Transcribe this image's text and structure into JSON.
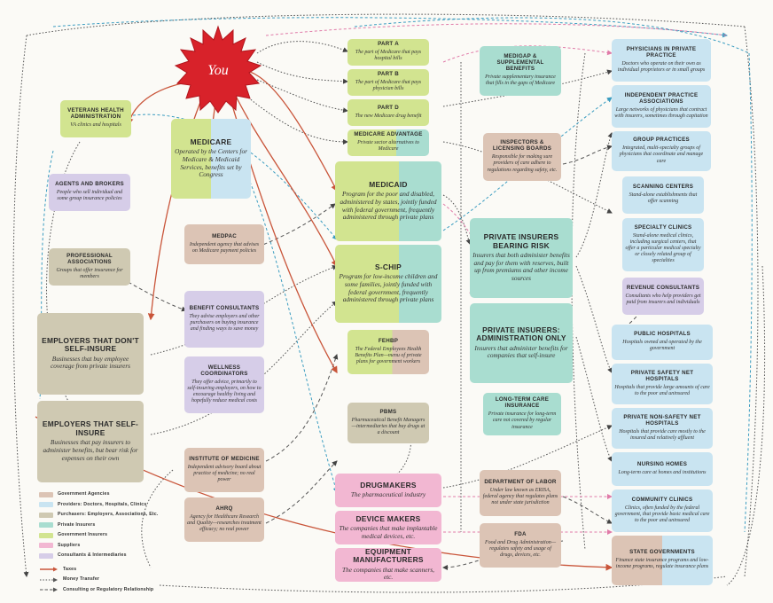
{
  "you": {
    "label": "You",
    "color": "#d8222a"
  },
  "nodes": {
    "veterans": {
      "title": "Veterans Health Administration",
      "desc": "VA clinics and hospitals"
    },
    "agents": {
      "title": "Agents and Brokers",
      "desc": "People who sell individual and some group insurance policies"
    },
    "professional": {
      "title": "Professional Associations",
      "desc": "Groups that offer insurance for members"
    },
    "emp_not_self": {
      "title": "Employers that don't self-insure",
      "desc": "Businesses that buy employee coverage from private insurers"
    },
    "emp_self": {
      "title": "Employers that self-insure",
      "desc": "Businesses that pay insurers to administer benefits, but bear risk for expenses on their own"
    },
    "medicare": {
      "title": "Medicare",
      "desc": "Operated by the Centers for Medicare & Medicaid Services, benefits set by Congress"
    },
    "medpac": {
      "title": "MedPAC",
      "desc": "Independent agency that advises on Medicare payment policies"
    },
    "benefit_consultants": {
      "title": "Benefit Consultants",
      "desc": "They advise employers and other purchasers on buying insurance and finding ways to save money"
    },
    "wellness": {
      "title": "Wellness Coordinators",
      "desc": "They offer advice, primarily to self-insuring employers, on how to encourage healthy living and hopefully reduce medical costs"
    },
    "iom": {
      "title": "Institute of Medicine",
      "desc": "Independent advisory board about practice of medicine; no real power"
    },
    "ahrq": {
      "title": "AHRQ",
      "desc": "Agency for Healthcare Research and Quality—researches treatment efficacy; no real power"
    },
    "part_a": {
      "title": "Part A",
      "desc": "The part of Medicare that pays hospital bills"
    },
    "part_b": {
      "title": "Part B",
      "desc": "The part of Medicare that pays physician bills"
    },
    "part_d": {
      "title": "Part D",
      "desc": "The new Medicare drug benefit"
    },
    "medicare_adv": {
      "title": "Medicare Advantage",
      "desc": "Private sector alternatives to Medicare"
    },
    "medicaid": {
      "title": "Medicaid",
      "desc": "Program for the poor and disabled, administered by states, jointly funded with federal government, frequently administered through private plans"
    },
    "schip": {
      "title": "S-CHIP",
      "desc": "Program for low-income children and some families, jointly funded with federal government, frequently administered through private plans"
    },
    "fehbp": {
      "title": "FEHBP",
      "desc": "The Federal Employees Health Benefits Plan—menu of private plans for government workers"
    },
    "pbms": {
      "title": "PBMs",
      "desc": "Pharmaceutical Benefit Managers—intermediaries that buy drugs at a discount"
    },
    "drugmakers": {
      "title": "Drugmakers",
      "desc": "The pharmaceutical industry"
    },
    "device_makers": {
      "title": "Device Makers",
      "desc": "The companies that make implantable medical devices, etc."
    },
    "equipment": {
      "title": "Equipment Manufacturers",
      "desc": "The companies that make scanners, etc."
    },
    "medigap": {
      "title": "Medigap & Supplemental Benefits",
      "desc": "Private supplementary insurance that fills in the gaps of Medicare"
    },
    "inspectors": {
      "title": "Inspectors & Licensing Boards",
      "desc": "Responsible for making sure providers of care adhere to regulations regarding safety, etc."
    },
    "priv_risk": {
      "title": "Private Insurers Bearing Risk",
      "desc": "Insurers that both administer benefits and pay for them with reserves, built up from premiums and other income sources"
    },
    "priv_admin": {
      "title": "Private Insurers: Administration Only",
      "desc": "Insurers that administer benefits for companies that self-insure"
    },
    "ltc": {
      "title": "Long-Term Care Insurance",
      "desc": "Private insurance for long-term care not covered by regular insurance"
    },
    "dol": {
      "title": "Department of Labor",
      "desc": "Under law known as ERISA, federal agency that regulates plans not under state jurisdiction"
    },
    "fda": {
      "title": "FDA",
      "desc": "Food and Drug Administration—regulates safety and usage of drugs, devices, etc."
    },
    "physicians": {
      "title": "Physicians in Private Practice",
      "desc": "Doctors who operate on their own as individual proprietors or in small groups"
    },
    "ipa": {
      "title": "Independent Practice Associations",
      "desc": "Large networks of physicians that contract with insurers, sometimes through capitation"
    },
    "group_practices": {
      "title": "Group Practices",
      "desc": "Integrated, multi-specialty groups of physicians that coordinate and manage care"
    },
    "scanning": {
      "title": "Scanning Centers",
      "desc": "Stand-alone establishments that offer scanning"
    },
    "specialty": {
      "title": "Specialty Clinics",
      "desc": "Stand-alone medical clinics, including surgical centers, that offer a particular medical specialty or closely related group of specialties"
    },
    "revenue": {
      "title": "Revenue Consultants",
      "desc": "Consultants who help providers get paid from insurers and individuals"
    },
    "public_hosp": {
      "title": "Public Hospitals",
      "desc": "Hospitals owned and operated by the government"
    },
    "safety_net": {
      "title": "Private Safety Net Hospitals",
      "desc": "Hospitals that provide large amounts of care to the poor and uninsured"
    },
    "non_safety": {
      "title": "Private Non-Safety Net Hospitals",
      "desc": "Hospitals that provide care mostly to the insured and relatively affluent"
    },
    "nursing": {
      "title": "Nursing Homes",
      "desc": "Long-term care at homes and institutions"
    },
    "community": {
      "title": "Community Clinics",
      "desc": "Clinics, often funded by the federal government, that provide basic medical care to the poor and uninsured"
    },
    "state_gov": {
      "title": "State Governments",
      "desc": "Finance state insurance programs and low-income programs, regulate insurance plans"
    }
  },
  "legend": {
    "categories": [
      {
        "label": "Government Agencies",
        "color": "#dcc4b5"
      },
      {
        "label": "Providers: Doctors, Hospitals, Clinics",
        "color": "#c9e4f1"
      },
      {
        "label": "Purchasers: Employers, Associations, Etc.",
        "color": "#cfc9b2"
      },
      {
        "label": "Private Insurers",
        "color": "#a9ddd0"
      },
      {
        "label": "Government Insurers",
        "color": "#d2e490"
      },
      {
        "label": "Suppliers",
        "color": "#f2b7d2"
      },
      {
        "label": "Consultants & Intermediaries",
        "color": "#d6cde8"
      }
    ],
    "lines": [
      {
        "label": "Taxes",
        "color": "#c9553a",
        "style": "solid"
      },
      {
        "label": "Money Transfer",
        "color": "#555555",
        "style": "dotted"
      },
      {
        "label": "Consulting or Regulatory Relationship",
        "color": "#555555",
        "style": "dashed"
      }
    ]
  }
}
